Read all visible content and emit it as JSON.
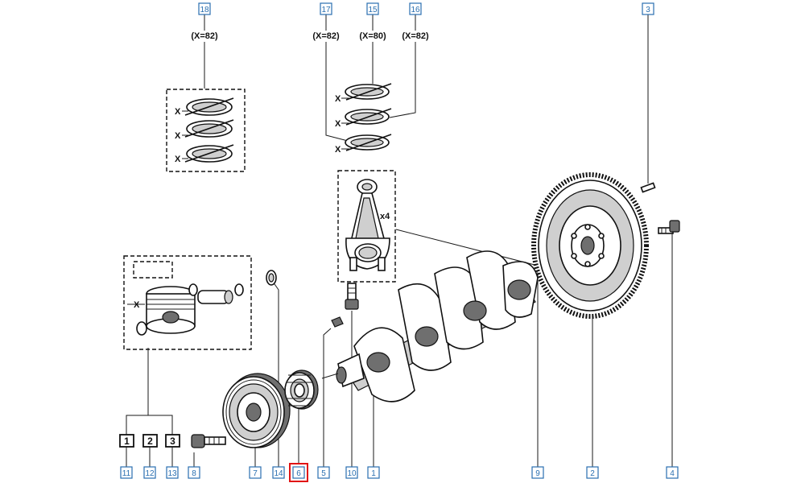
{
  "diagram": {
    "callouts": [
      {
        "id": "c18",
        "number": "18"
      },
      {
        "id": "c17",
        "number": "17"
      },
      {
        "id": "c15",
        "number": "15"
      },
      {
        "id": "c16",
        "number": "16"
      },
      {
        "id": "c3",
        "number": "3"
      },
      {
        "id": "c11",
        "number": "11"
      },
      {
        "id": "c12",
        "number": "12"
      },
      {
        "id": "c13",
        "number": "13"
      },
      {
        "id": "c8",
        "number": "8"
      },
      {
        "id": "c7",
        "number": "7"
      },
      {
        "id": "c14",
        "number": "14"
      },
      {
        "id": "c6",
        "number": "6",
        "selected": true
      },
      {
        "id": "c5",
        "number": "5"
      },
      {
        "id": "c10",
        "number": "10"
      },
      {
        "id": "c1",
        "number": "1"
      },
      {
        "id": "c9",
        "number": "9"
      },
      {
        "id": "c2",
        "number": "2"
      },
      {
        "id": "c4",
        "number": "4"
      }
    ],
    "ring_labels": {
      "r18": "(X=82)",
      "r17": "(X=82)",
      "r15": "(X=80)",
      "r16": "(X=82)"
    },
    "ref_boxes": [
      "1",
      "2",
      "3"
    ],
    "marks": {
      "x": "X",
      "qty": "x4"
    },
    "selected_color": "#e11414",
    "callout_color": "#2a6fb0"
  }
}
